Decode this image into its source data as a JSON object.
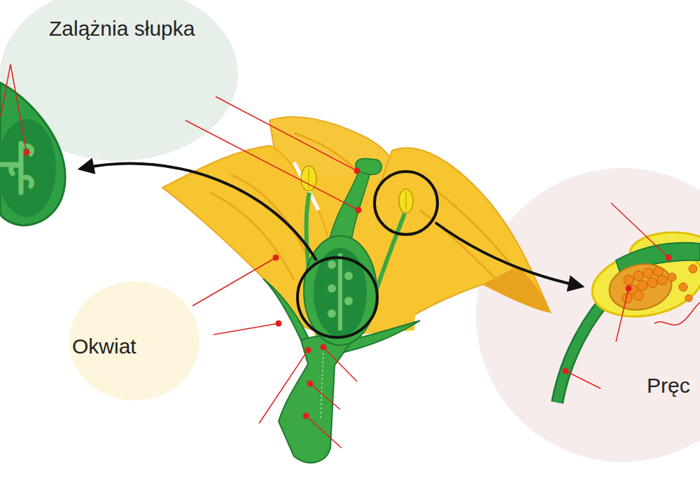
{
  "diagram": {
    "nodes": [
      {
        "text": [
          "Zalążnia słupka"
        ]
      },
      {
        "text": [
          "Okwiat"
        ]
      },
      {
        "text": [
          "Pręc"
        ]
      }
    ]
  }
}
